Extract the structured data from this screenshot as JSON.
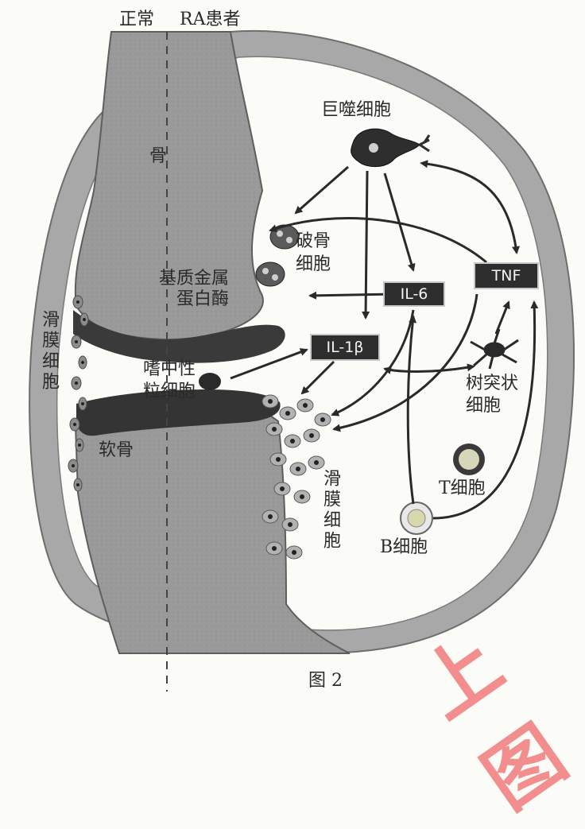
{
  "header": {
    "left_label": "正常",
    "right_label": "RA患者"
  },
  "tissues": {
    "bone": "骨",
    "cartilage": "软骨",
    "synovial_left": "滑膜细胞",
    "synovial_right": "滑膜细胞"
  },
  "cells": {
    "macrophage": "巨噬细胞",
    "osteoclast": "破骨细胞",
    "mmp_line1": "基质金属",
    "mmp_line2": "蛋白酶",
    "neutrophil_line1": "嗜中性",
    "neutrophil_line2": "粒细胞",
    "dendritic_line1": "树突状",
    "dendritic_line2": "细胞",
    "tcell": "T细胞",
    "bcell": "B细胞"
  },
  "cytokines": {
    "il6": "IL-6",
    "tnf": "TNF",
    "il1b": "IL-1β"
  },
  "caption": "图 2",
  "watermark": "上 图"
}
